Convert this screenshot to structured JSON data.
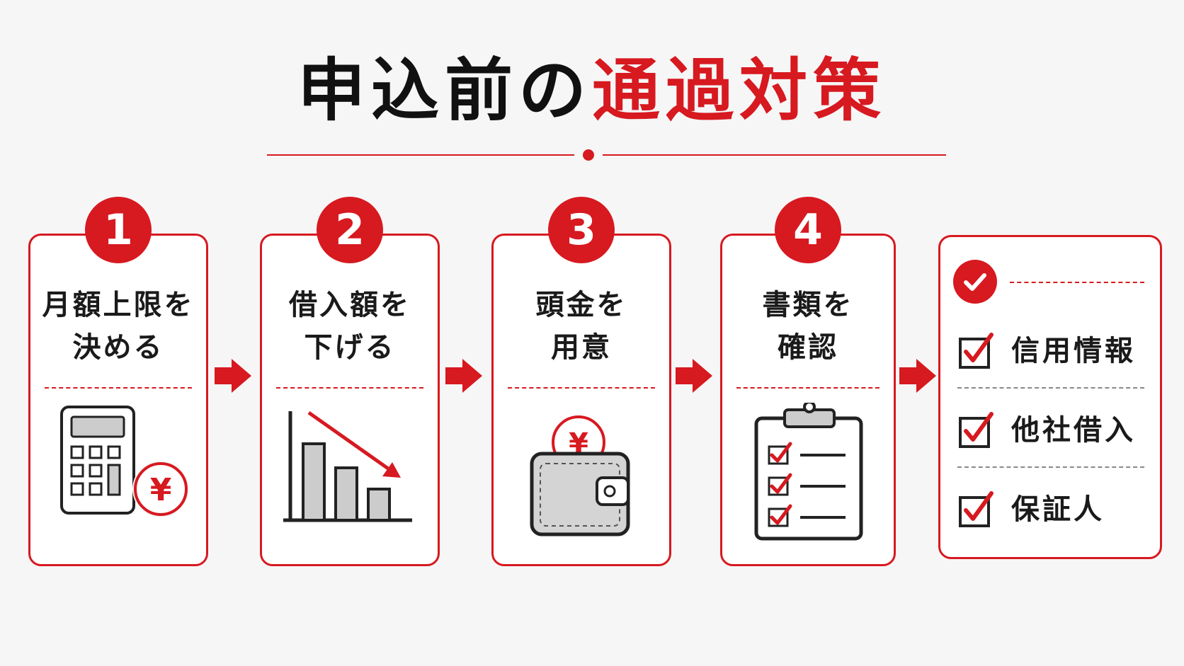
{
  "title": {
    "part1": "申込前の",
    "part2": "通過対策"
  },
  "steps": [
    {
      "number": "1",
      "line1": "月額上限を",
      "line2": "決める",
      "icon": "calculator-yen-icon"
    },
    {
      "number": "2",
      "line1": "借入額を",
      "line2": "下げる",
      "icon": "declining-bar-chart-icon"
    },
    {
      "number": "3",
      "line1": "頭金を",
      "line2": "用意",
      "icon": "wallet-yen-coin-icon"
    },
    {
      "number": "4",
      "line1": "書類を",
      "line2": "確認",
      "icon": "clipboard-checklist-icon"
    }
  ],
  "checklist": {
    "icon": "check-circle-icon",
    "items": [
      "信用情報",
      "他社借入",
      "保証人"
    ]
  },
  "colors": {
    "accent": "#d71920",
    "text": "#111111",
    "background": "#f6f6f6"
  }
}
